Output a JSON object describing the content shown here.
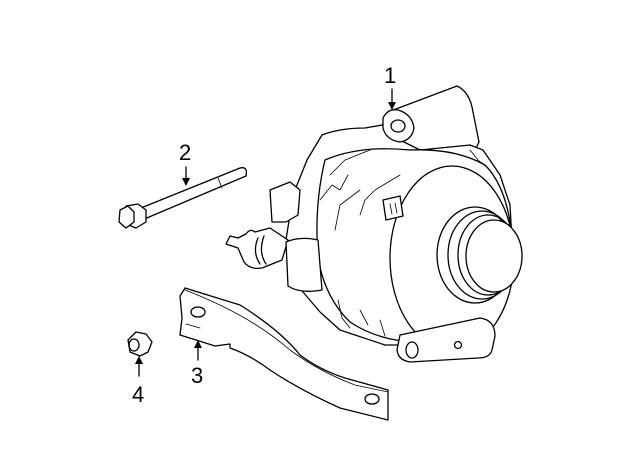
{
  "diagram": {
    "type": "exploded-parts-diagram",
    "background": "#ffffff",
    "line_color": "#000000",
    "callouts": [
      {
        "id": "1",
        "label": "1",
        "part": "alternator"
      },
      {
        "id": "2",
        "label": "2",
        "part": "bolt"
      },
      {
        "id": "3",
        "label": "3",
        "part": "bracket"
      },
      {
        "id": "4",
        "label": "4",
        "part": "nut"
      }
    ]
  }
}
